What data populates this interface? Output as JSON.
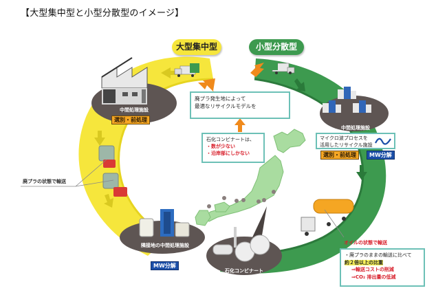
{
  "title": "【大型集中型と小型分散型のイメージ】",
  "models": {
    "large": {
      "label": "大型集中型",
      "color": "#f6e63c"
    },
    "small": {
      "label": "小型分散型",
      "color": "#3d9a4f"
    }
  },
  "center_box": {
    "line1": "廃プラ発生地によって",
    "line2": "最適なリサイクルモデルを"
  },
  "kombinat_box": {
    "intro": "石化コンビナートは、",
    "point1": "・数が少ない",
    "point2": "・沿岸部にしかない"
  },
  "large_path": {
    "facility_top_label": "中間処理施設",
    "facility_top_tag": "選別・前処理",
    "transport_callout": "廃プラの状態で輸送",
    "facility_bottom_label": "隣接地の中間処理施設",
    "facility_bottom_tag": "MW分解"
  },
  "small_path": {
    "facility_label": "中間処理施設",
    "microwave_box_line1": "マイクロ波プロセスを",
    "microwave_box_line2": "活用したリサイクル施設",
    "tag_preprocess": "選別・前処理",
    "plus": "+",
    "tag_mw": "MW分解",
    "transport_callout": "オイルの状態で輸送"
  },
  "kombinat_label": "石化コンビナート",
  "benefit_box": {
    "line1": "・廃プラのままの輸送に比べて",
    "line2": "約２倍以上の比重",
    "line3": "⇒輸送コストの削減",
    "line4": "⇒CO₂ 排出量の低減"
  },
  "colors": {
    "yellow_ring": "#f6e63c",
    "green_ring": "#3d9a4f",
    "teal_border": "#6cc0b6",
    "orange": "#f5a623",
    "red": "#d8202c",
    "navy": "#1b4fa8",
    "platform": "#5e5553",
    "japan": "#a9dca0"
  }
}
